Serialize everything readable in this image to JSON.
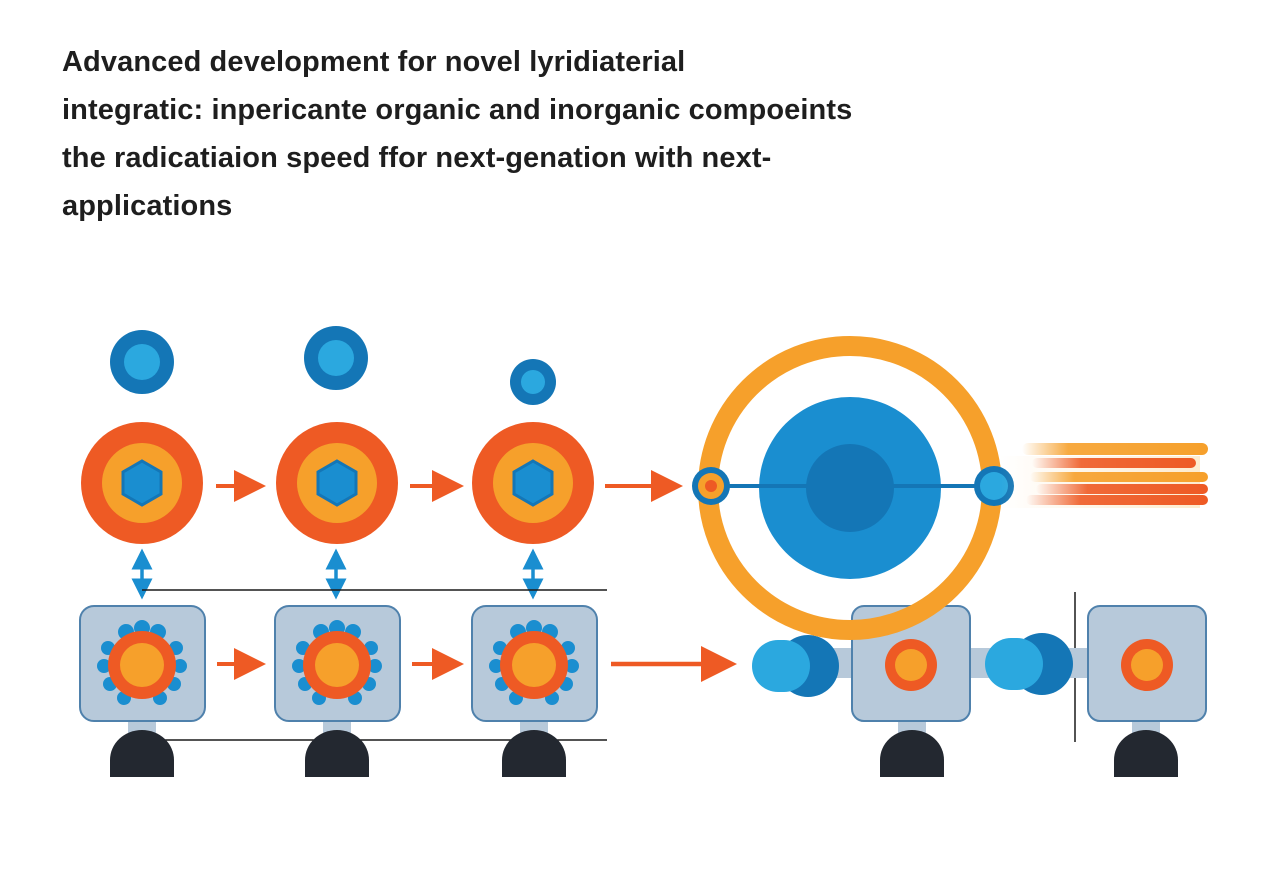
{
  "title": {
    "line1": "Advanced development for novel lyridiaterial",
    "line2": "integratic: inpericante organic and inorganic compoeints",
    "line3": "the radicatiaion speed ffor next-genation with next-",
    "line4": "applications"
  },
  "colors": {
    "blue": "#1a8ed0",
    "blue_dark": "#1476b6",
    "blue_light": "#2ba8df",
    "orange": "#ee5a24",
    "amber": "#f6a02b",
    "slate": "#b7c9da",
    "slate_border": "#4f81ac",
    "base": "#232830",
    "line": "#1a1a1a"
  },
  "icons": {
    "top_units": "hexagon-core-icon",
    "bottom_units": "nanoparticle-cluster-icon",
    "main": "orbital-reactor-icon",
    "emission": "radiation-beam-icon",
    "connector": "capsule-joint-icon",
    "stands": "stand-base-icon"
  }
}
